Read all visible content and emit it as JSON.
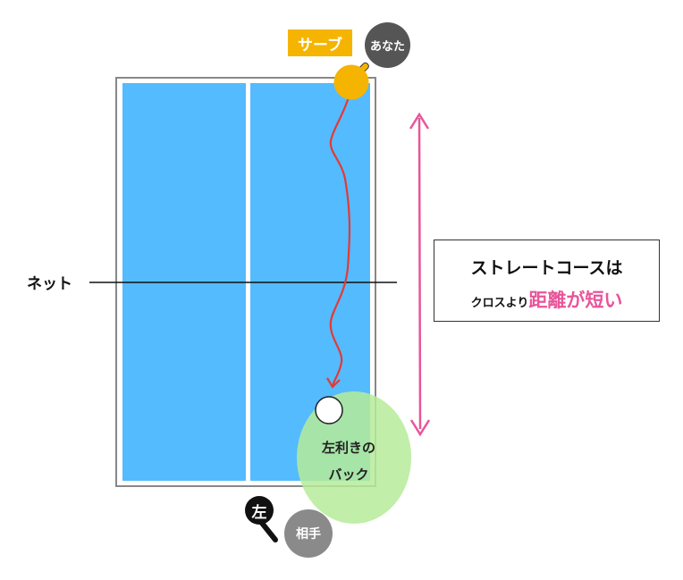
{
  "labels": {
    "serve": "サーブ",
    "you": "あなた",
    "net": "ネット",
    "opponent": "相手",
    "left_hand": "左",
    "zone_line1": "左利きの",
    "zone_line2": "バック"
  },
  "note": {
    "line1": "ストレートコースは",
    "line2_small": "クロスより",
    "line2_emph": "距離が短い"
  },
  "colors": {
    "table": "#54bbff",
    "table_line": "#ffffff",
    "table_border": "#888888",
    "paddle": "#f5b400",
    "trajectory": "#e53935",
    "target_zone": "#b6eb99",
    "arrow": "#e8559a",
    "net_line": "#111111"
  },
  "icons": [
    "paddle-icon",
    "ball-icon",
    "double-arrow-icon",
    "trajectory-arrow-icon"
  ]
}
